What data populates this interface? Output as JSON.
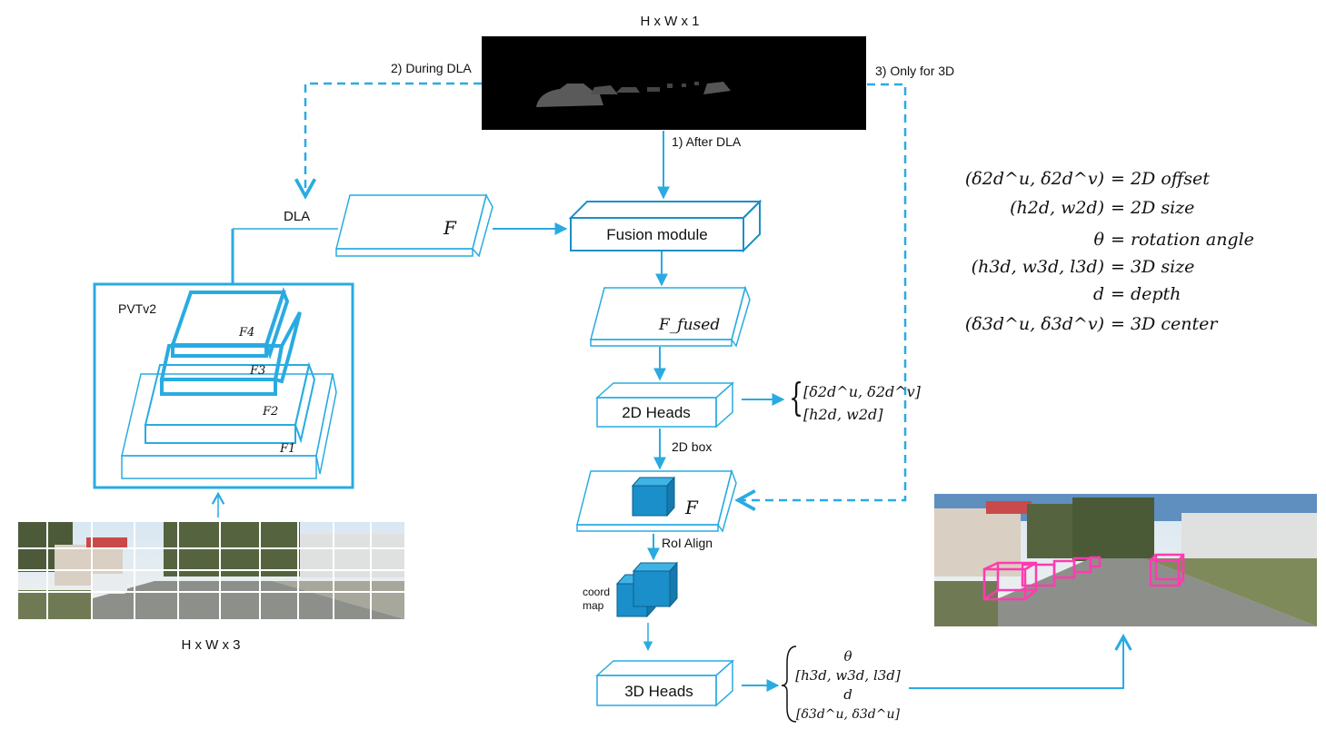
{
  "depth_map": {
    "label": "H x W x 1"
  },
  "input_image": {
    "label": "H x W x 3"
  },
  "edges": {
    "after_dla": "1) After DLA",
    "during_dla": "2) During DLA",
    "only_3d": "3) Only for 3D",
    "box_2d": "2D box",
    "roi_align": "RoI Align"
  },
  "blocks": {
    "dla": "DLA",
    "feature": "F",
    "fusion": "Fusion module",
    "fused": "F_fused",
    "heads_2d": "2D Heads",
    "roi_feature": "F",
    "coord_map_1": "coord",
    "coord_map_2": "map",
    "heads_3d": "3D Heads"
  },
  "backbone": {
    "name": "PVTv2",
    "levels": [
      "F1",
      "F2",
      "F3",
      "F4"
    ]
  },
  "outputs_2d": [
    "[δ2d^u, δ2d^v]",
    "[h2d, w2d]"
  ],
  "outputs_3d": [
    "θ",
    "[h3d, w3d, l3d]",
    "d",
    "[δ3d^u, δ3d^u]"
  ],
  "legend": [
    {
      "lhs": "(δ2d^u, δ2d^v)",
      "rhs": "= 2D offset"
    },
    {
      "lhs": "(h2d, w2d)",
      "rhs": "= 2D size"
    },
    {
      "lhs": "θ",
      "rhs": "= rotation angle"
    },
    {
      "lhs": "(h3d, w3d, l3d)",
      "rhs": "= 3D size"
    },
    {
      "lhs": "d",
      "rhs": "= depth"
    },
    {
      "lhs": "(δ3d^u, δ3d^v)",
      "rhs": "= 3D center"
    }
  ],
  "colors": {
    "accent": "#29abe2",
    "cube": "#1a8fc9",
    "box3d": "#ff3bb0"
  }
}
